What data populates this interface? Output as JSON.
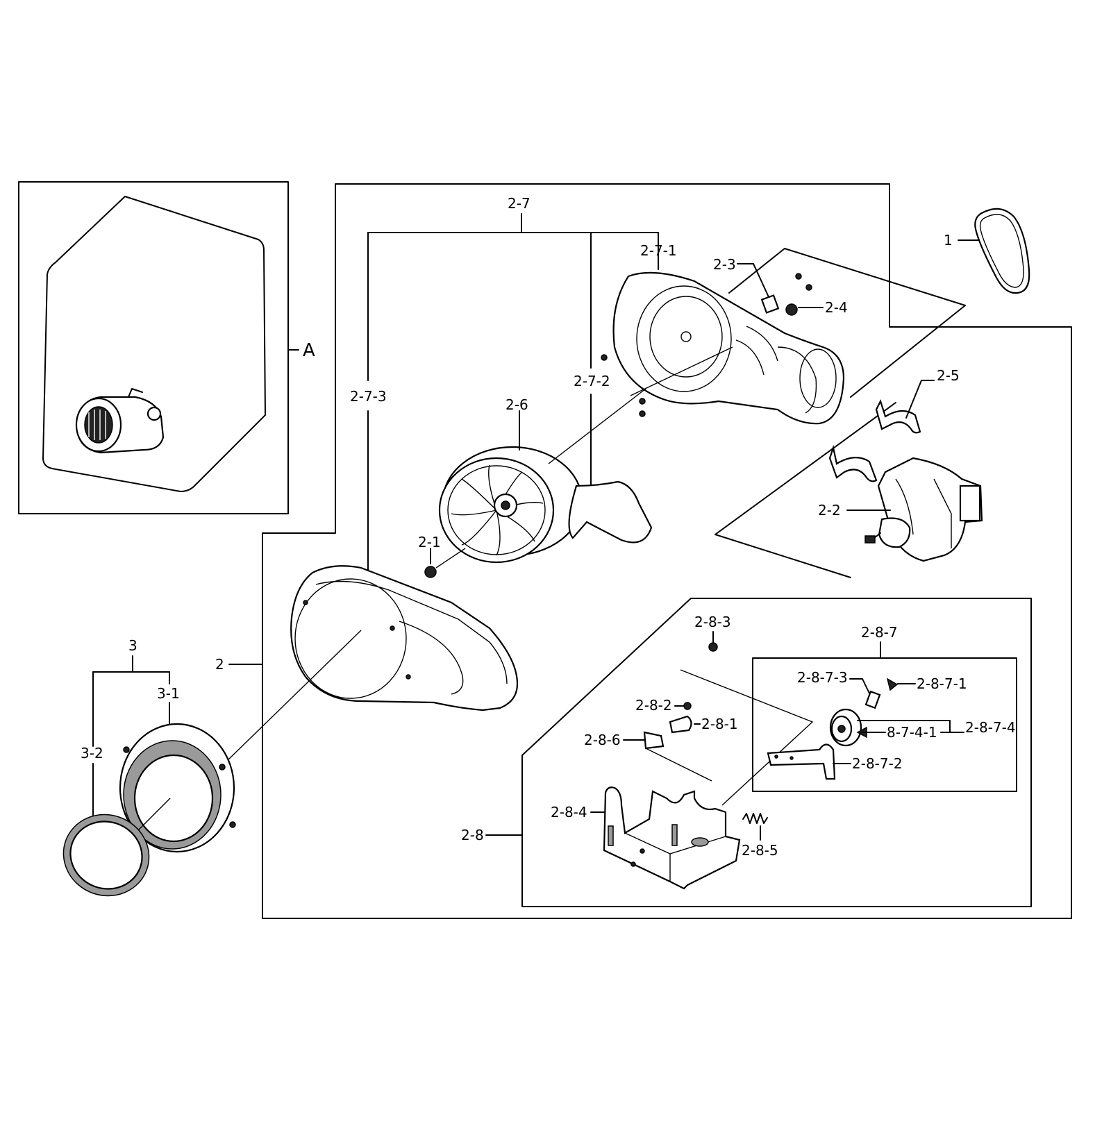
{
  "labels": {
    "A": "A",
    "p1": "1",
    "p2": "2",
    "p2_1": "2-1",
    "p2_2": "2-2",
    "p2_3": "2-3",
    "p2_4": "2-4",
    "p2_5": "2-5",
    "p2_6": "2-6",
    "p2_7": "2-7",
    "p2_7_1": "2-7-1",
    "p2_7_2": "2-7-2",
    "p2_7_3": "2-7-3",
    "p2_8": "2-8",
    "p2_8_1": "2-8-1",
    "p2_8_2": "2-8-2",
    "p2_8_3": "2-8-3",
    "p2_8_4": "2-8-4",
    "p2_8_5": "2-8-5",
    "p2_8_6": "2-8-6",
    "p2_8_7": "2-8-7",
    "p2_8_7_1": "2-8-7-1",
    "p2_8_7_2": "2-8-7-2",
    "p2_8_7_3": "2-8-7-3",
    "p2_8_7_4": "2-8-7-4",
    "p8_7_4_1": "8-7-4-1",
    "p3": "3",
    "p3_1": "3-1",
    "p3_2": "3-2"
  }
}
